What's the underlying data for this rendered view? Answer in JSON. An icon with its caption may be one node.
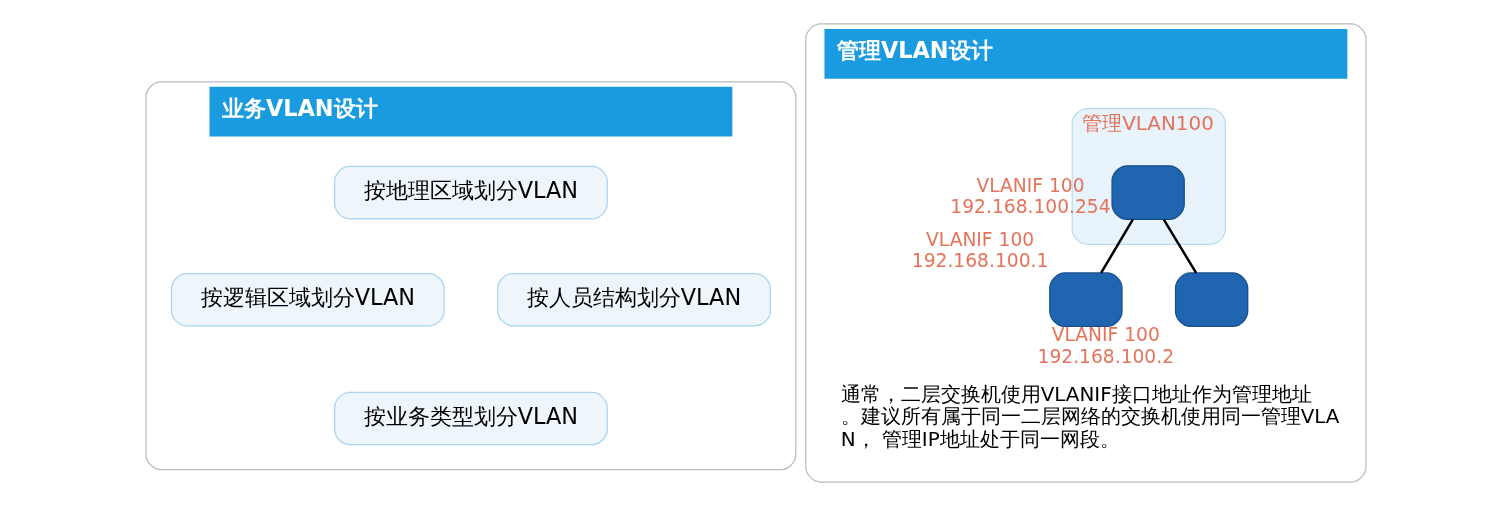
{
  "diagram": {
    "nodes": [
      {
        "text": [
          "业务VLAN设计"
        ]
      },
      {
        "text": [
          "按地理区域划分VLAN"
        ],
        "in": 0
      },
      {
        "text": [
          "按逻辑区域划分VLAN"
        ],
        "in": 0
      },
      {
        "text": [
          "按人员结构划分VLAN"
        ],
        "in": 0
      },
      {
        "text": [
          "按业务类型划分VLAN"
        ],
        "in": 0
      },
      {
        "text": [
          "管理VLAN设计"
        ]
      },
      {
        "text": [
          "管理VLAN100"
        ],
        "in": 5
      },
      {
        "text": [],
        "shape": "box",
        "in": 6,
        "beside": [
          "VLANIF 100",
          "192.168.100.254"
        ]
      },
      {
        "text": [],
        "shape": "box",
        "in": 5,
        "beside": [
          "VLANIF 100",
          "192.168.100.1"
        ]
      },
      {
        "text": [],
        "shape": "box",
        "in": 5,
        "beside": [
          "VLANIF 100",
          "192.168.100.2"
        ]
      }
    ],
    "edges": [
      {
        "from": 7,
        "to": 8,
        "arrow": "none"
      },
      {
        "from": 7,
        "to": 9,
        "arrow": "none"
      }
    ],
    "labels": [
      "通常，二层交换机使用VLANIF接口地址作为管理地址。建议所有属于同一二层网络的交换机使用同一管理VLAN， 管理IP地址处于同一网段。"
    ]
  }
}
